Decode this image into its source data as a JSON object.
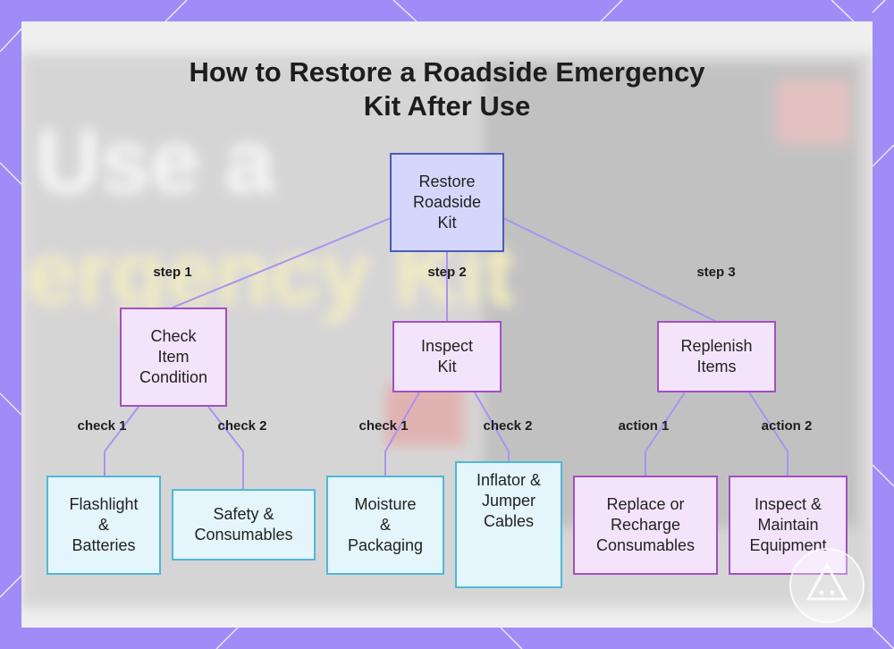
{
  "title_lines": [
    "How to Restore a Roadside Emergency",
    "Kit After Use"
  ],
  "background_photo_text": [
    "Use a",
    "ergency Kit"
  ],
  "nodes": {
    "root": "Restore\nRoadside\nKit",
    "check_item_condition": "Check\nItem\nCondition",
    "inspect_kit": "Inspect\nKit",
    "replenish_items": "Replenish\nItems",
    "flashlight_batteries": "Flashlight\n&\nBatteries",
    "safety_consumables": "Safety &\nConsumables",
    "moisture_packaging": "Moisture\n&\nPackaging",
    "inflator_cables": "Inflator &\nJumper\nCables",
    "replace_recharge": "Replace or\nRecharge\nConsumables",
    "inspect_maintain": "Inspect &\nMaintain\nEquipment"
  },
  "edge_labels": {
    "step1": "step 1",
    "step2": "step 2",
    "step3": "step 3",
    "check1_a": "check 1",
    "check2_a": "check 2",
    "check1_b": "check 1",
    "check2_b": "check 2",
    "action1": "action 1",
    "action2": "action 2"
  },
  "colors": {
    "frame": "#9f8cf6",
    "edge": "#a993f0",
    "root_fill": "#d4d7fb",
    "root_border": "#4a5bbd",
    "mid_fill": "#f3e4fb",
    "mid_border": "#a24fc2",
    "leaf_blue_fill": "#e4f5fb",
    "leaf_blue_border": "#4fb8d6"
  }
}
